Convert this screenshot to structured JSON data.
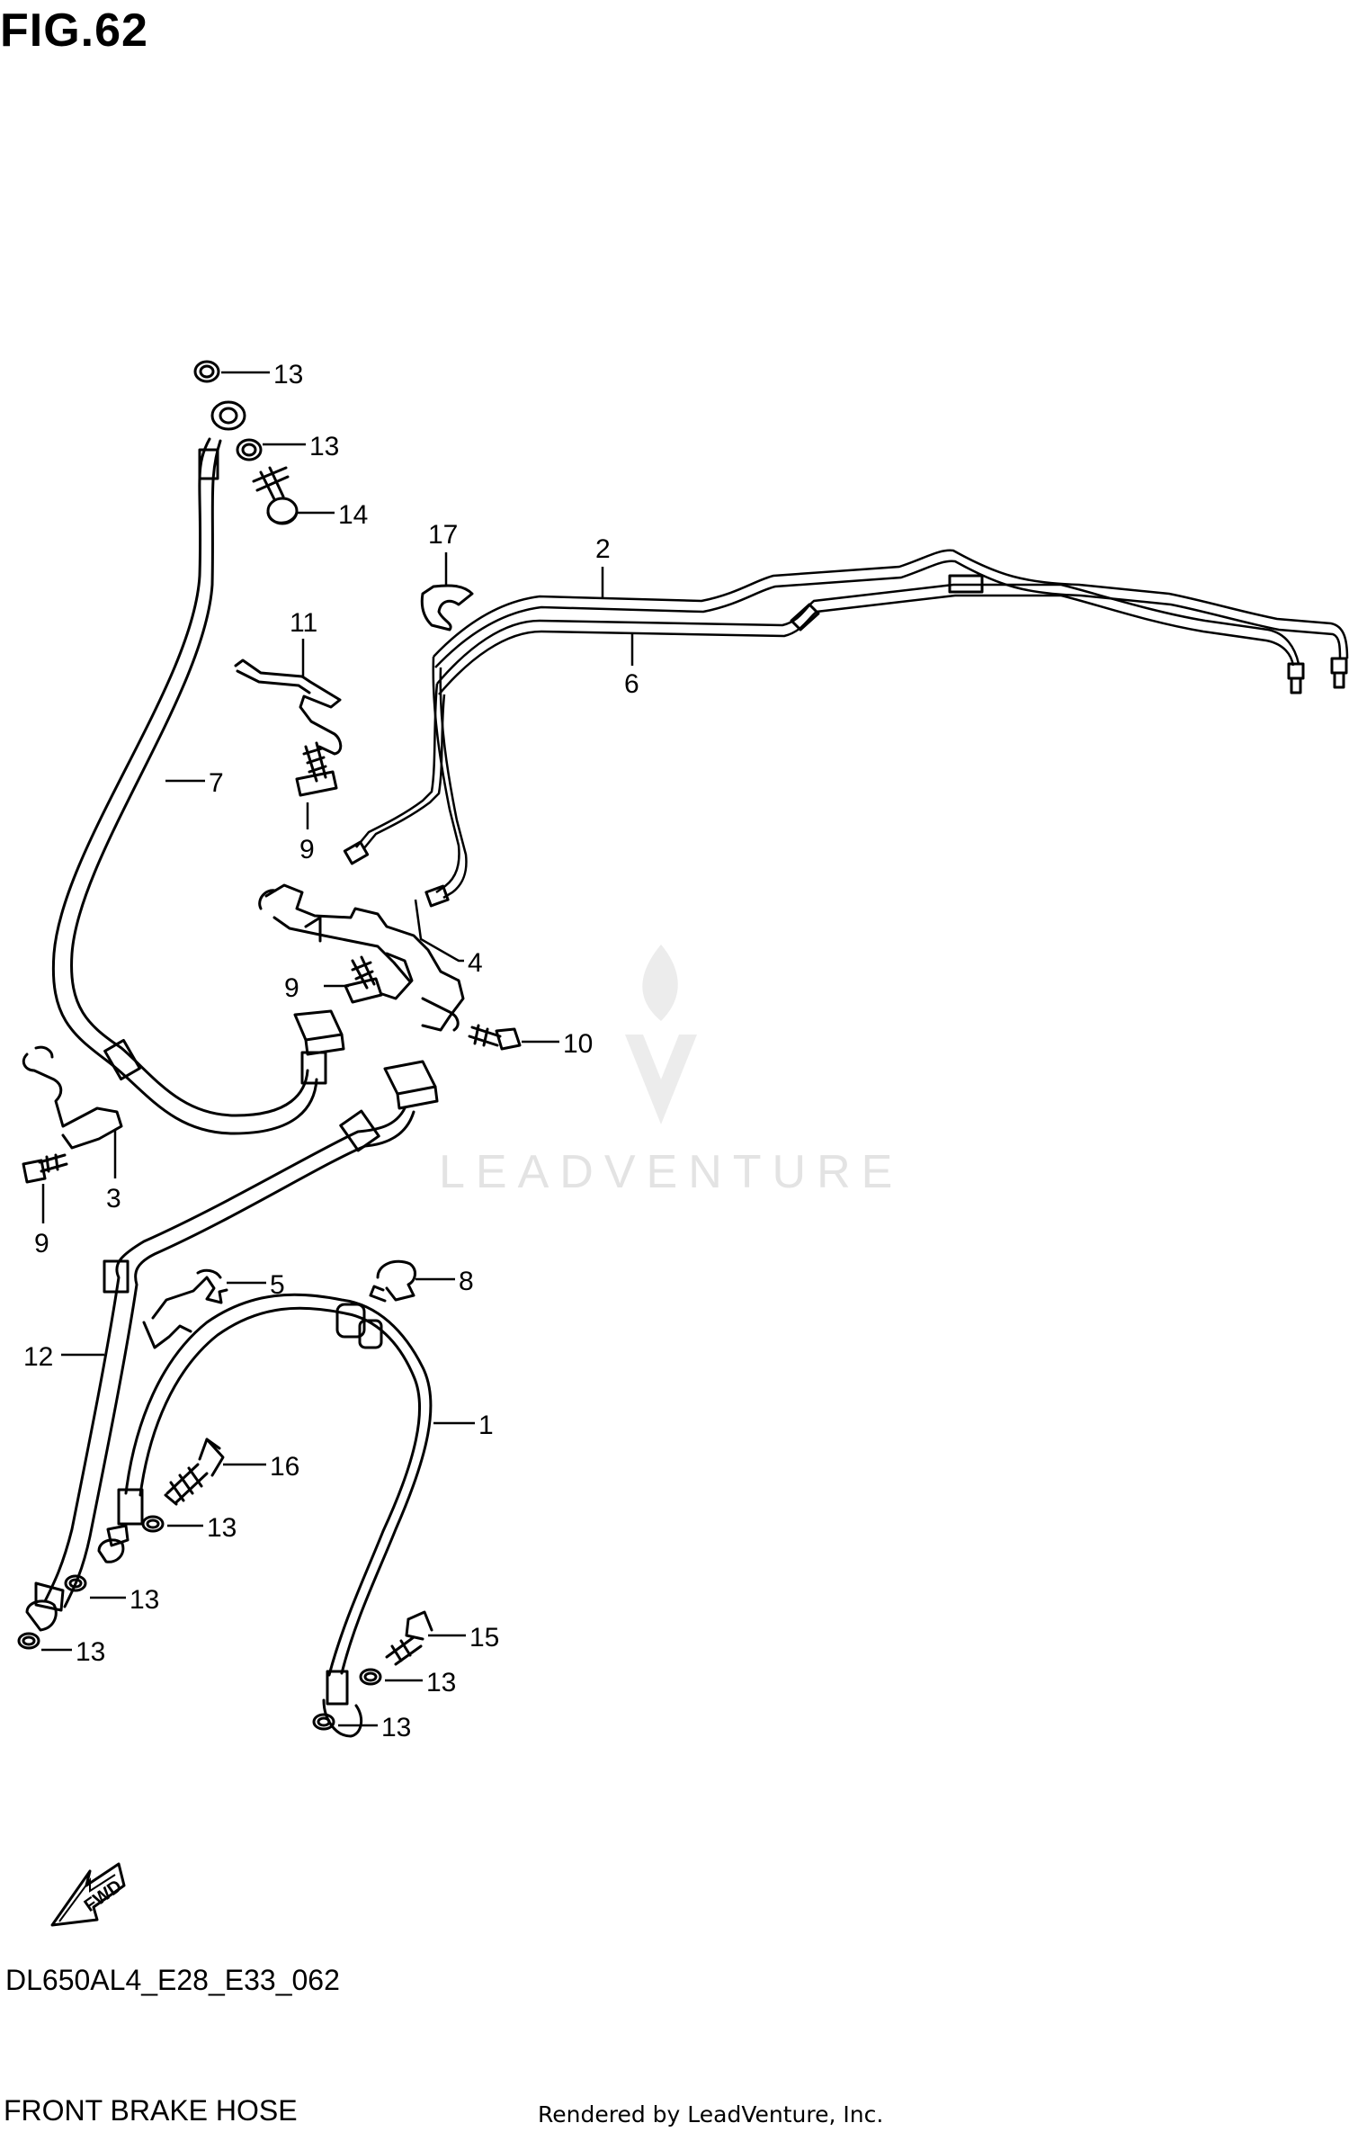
{
  "figure": {
    "title": "FIG.62",
    "model_code": "DL650AL4_E28_E33_062",
    "caption": "FRONT BRAKE HOSE",
    "rendered_by": "Rendered by LeadVenture, Inc.",
    "watermark": "LEADVENTURE",
    "fwd_label": "FWD"
  },
  "callouts": [
    "13",
    "13",
    "14",
    "17",
    "2",
    "6",
    "11",
    "7",
    "9",
    "4",
    "9",
    "10",
    "3",
    "9",
    "5",
    "8",
    "12",
    "1",
    "16",
    "13",
    "13",
    "13",
    "15",
    "13",
    "13"
  ]
}
